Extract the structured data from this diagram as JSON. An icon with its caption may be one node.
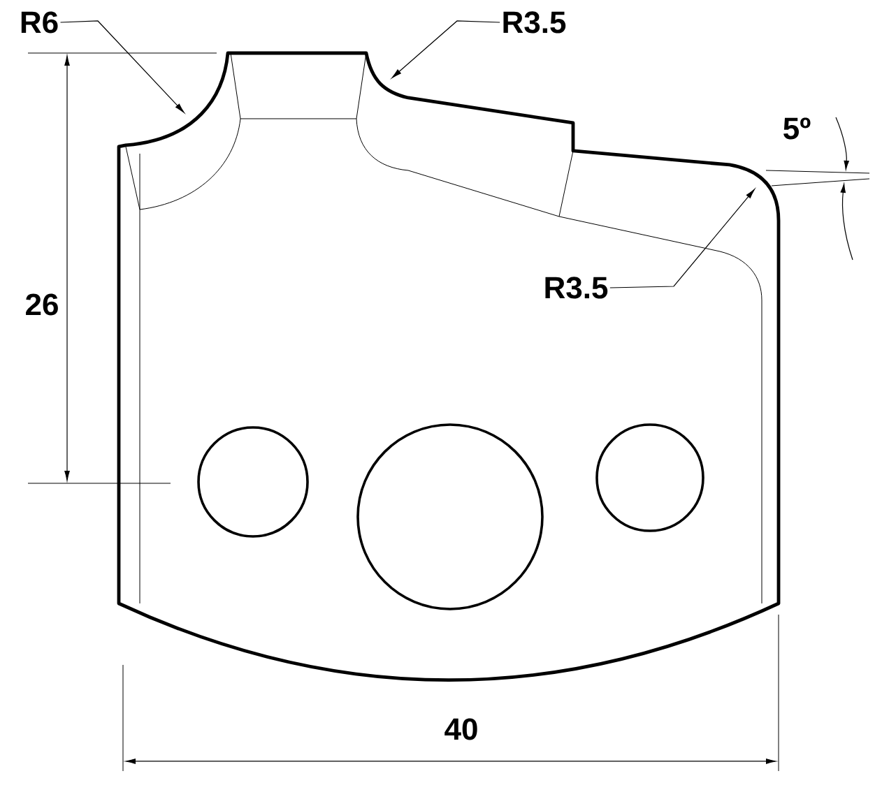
{
  "diagram": {
    "nodes": [
      {
        "text": [
          "R6"
        ]
      },
      {
        "text": [
          "R3.5"
        ]
      },
      {
        "text": [
          "R3.5"
        ]
      }
    ],
    "edges": [
      {
        "from": 0,
        "to": null,
        "arrow": "to"
      },
      {
        "from": 1,
        "to": null,
        "arrow": "to"
      },
      {
        "from": 2,
        "to": null,
        "arrow": "to"
      }
    ],
    "labels": [
      "26",
      "5º",
      "40"
    ]
  }
}
